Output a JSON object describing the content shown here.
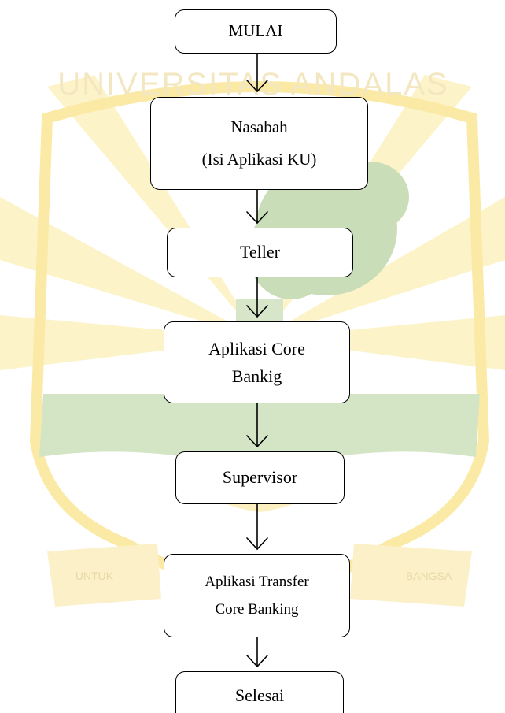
{
  "watermark": {
    "top_text": "UNIVERSITAS ANDALAS",
    "left_ribbon": "UNTUK",
    "right_ribbon": "BANGSA",
    "colors": {
      "yellow": "#fbeaa5",
      "green": "#c9ddb8",
      "dark_green": "#a9cca3"
    }
  },
  "nodes": {
    "start": "MULAI",
    "nasabah": {
      "line1": "Nasabah",
      "line2": "(Isi Aplikasi KU)"
    },
    "teller": "Teller",
    "core": {
      "line1": "Aplikasi Core",
      "line2": "Bankig"
    },
    "supervisor": "Supervisor",
    "transfer": {
      "line1": "Aplikasi Transfer",
      "line2": "Core Banking"
    },
    "end": "Selesai"
  }
}
